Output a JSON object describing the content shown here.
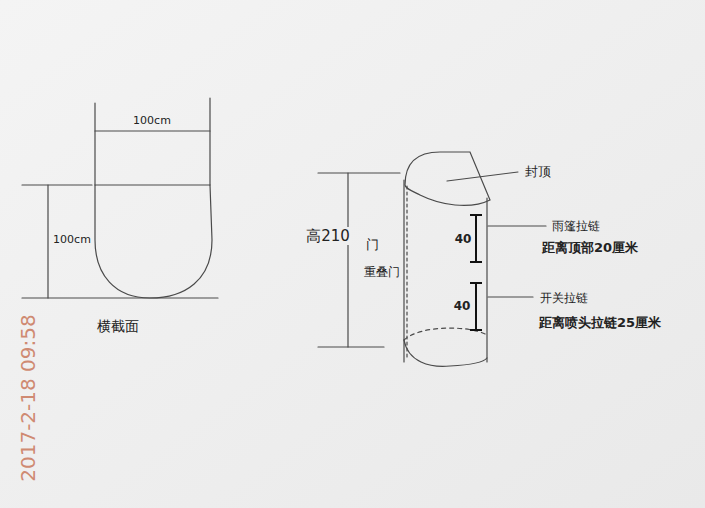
{
  "diagram": {
    "labels": [
      "100cm",
      "100cm",
      "横截面",
      "高210",
      "门",
      "重叠门",
      "封顶",
      "雨篷拉链",
      "距离顶部20厘米",
      "40",
      "40",
      "开关拉链",
      "距离喷头拉链25厘米",
      "2017-2-18 09:58"
    ]
  }
}
